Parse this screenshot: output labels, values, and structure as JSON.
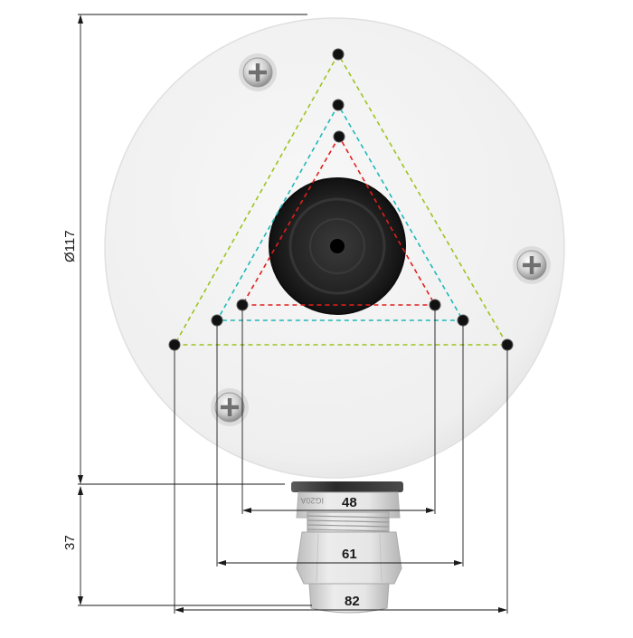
{
  "dimensions": {
    "diameter": "Ø117",
    "height": "37",
    "spacing_small": "48",
    "spacing_medium": "61",
    "spacing_large": "82"
  },
  "gland_marking": "IG20A",
  "colors": {
    "plate": "#f1f1f1",
    "plate_edge": "#d9d9d9",
    "dim_line": "#1a1a1a",
    "triangle_large": "#9cc31f",
    "triangle_medium": "#1fb8b8",
    "triangle_small": "#e0201c",
    "grommet": "#1c1c1c",
    "gland": "#dcdcdc"
  },
  "icons": [
    "screw-icon",
    "mounting-hole-icon"
  ]
}
